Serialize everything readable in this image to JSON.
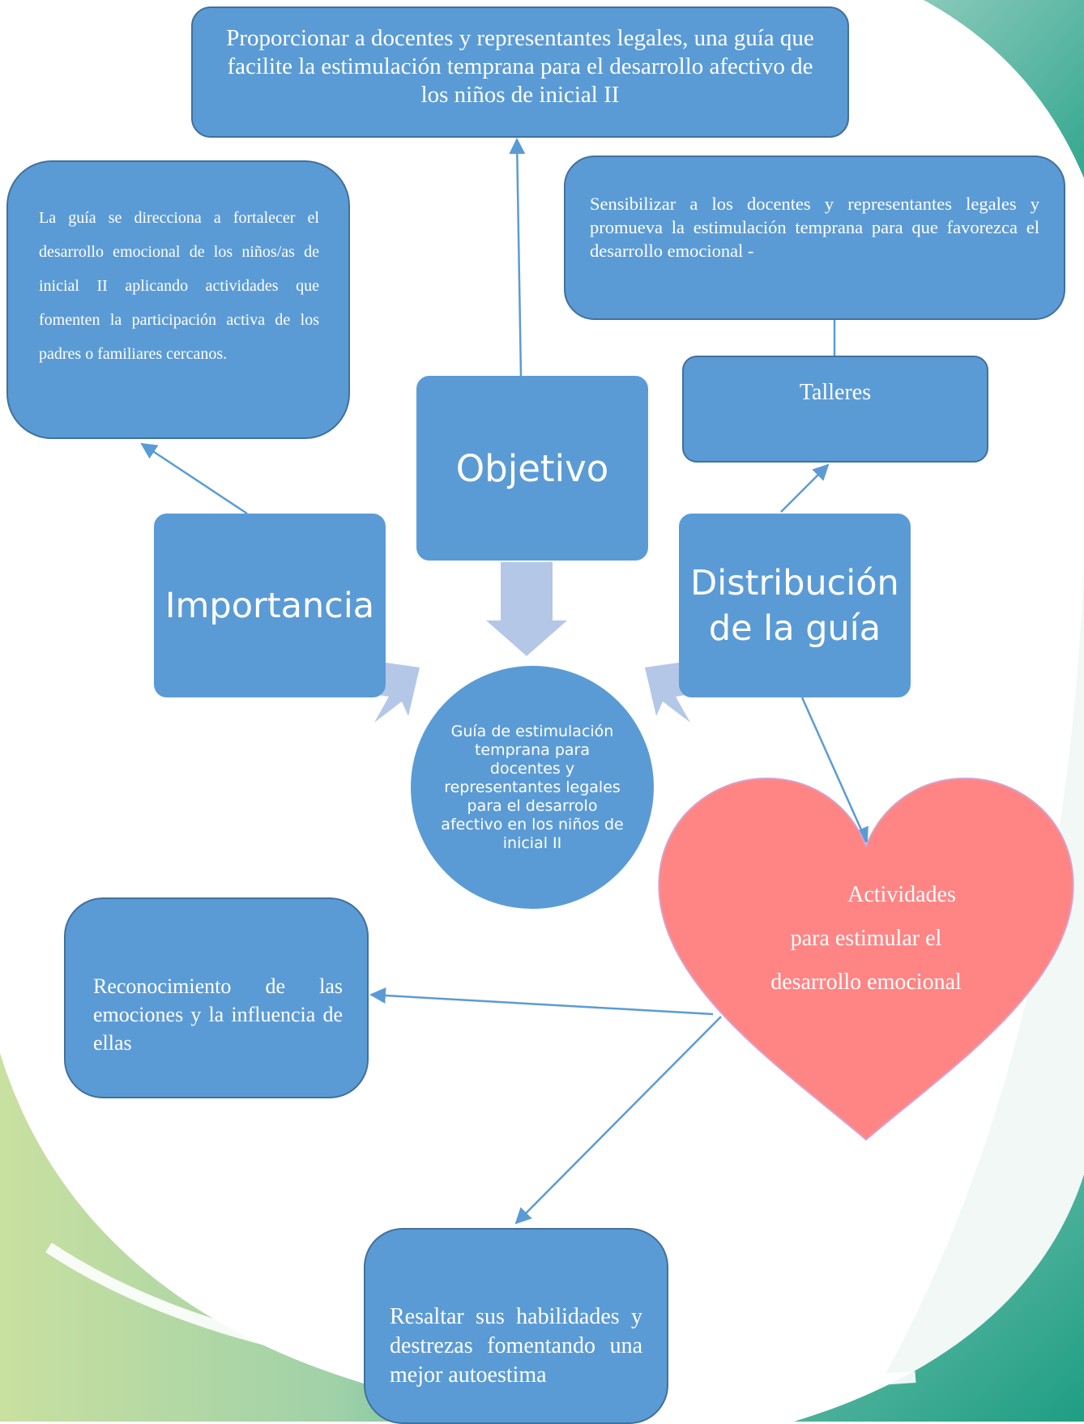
{
  "colors": {
    "box_fill": "#5b9bd5",
    "box_border": "#41719c",
    "heart_fill": "#ff8585",
    "arrow_light": "#b4c7e7",
    "connector": "#5b9bd5",
    "background_accent_teal": "#2aa58b",
    "background_accent_lime": "#b9d77e"
  },
  "objective": {
    "text": "Proporcionar a docentes y representantes legales, una guía que facilite la estimulación temprana para el desarrollo afectivo de los niños de inicial II"
  },
  "importance_description": {
    "text": "La guía se direcciona a fortalecer el desarrollo emocional de los niños/as de inicial II aplicando actividades que fomenten la participación activa de los padres o familiares cercanos."
  },
  "distribution_description": {
    "text": "Sensibilizar a los docentes y representantes legales y promueva la estimulación temprana para que favorezca el desarrollo emocional -"
  },
  "workshops": {
    "label": "Talleres"
  },
  "categories": {
    "objetivo": "Objetivo",
    "importancia": "Importancia",
    "distribucion": "Distribución de la guía"
  },
  "center": {
    "text": "Guía de estimulación temprana para docentes y representantes legales para el desarrolo afectivo en los niños de inicial II"
  },
  "activities": {
    "line1": "Actividades",
    "line2": "para estimular el",
    "line3": "desarrollo emocional"
  },
  "recognition": {
    "text": "Reconocimiento de las emociones y la influencia de ellas"
  },
  "highlight": {
    "text": "Resaltar sus habilidades y destrezas fomentando una mejor autoestima"
  }
}
